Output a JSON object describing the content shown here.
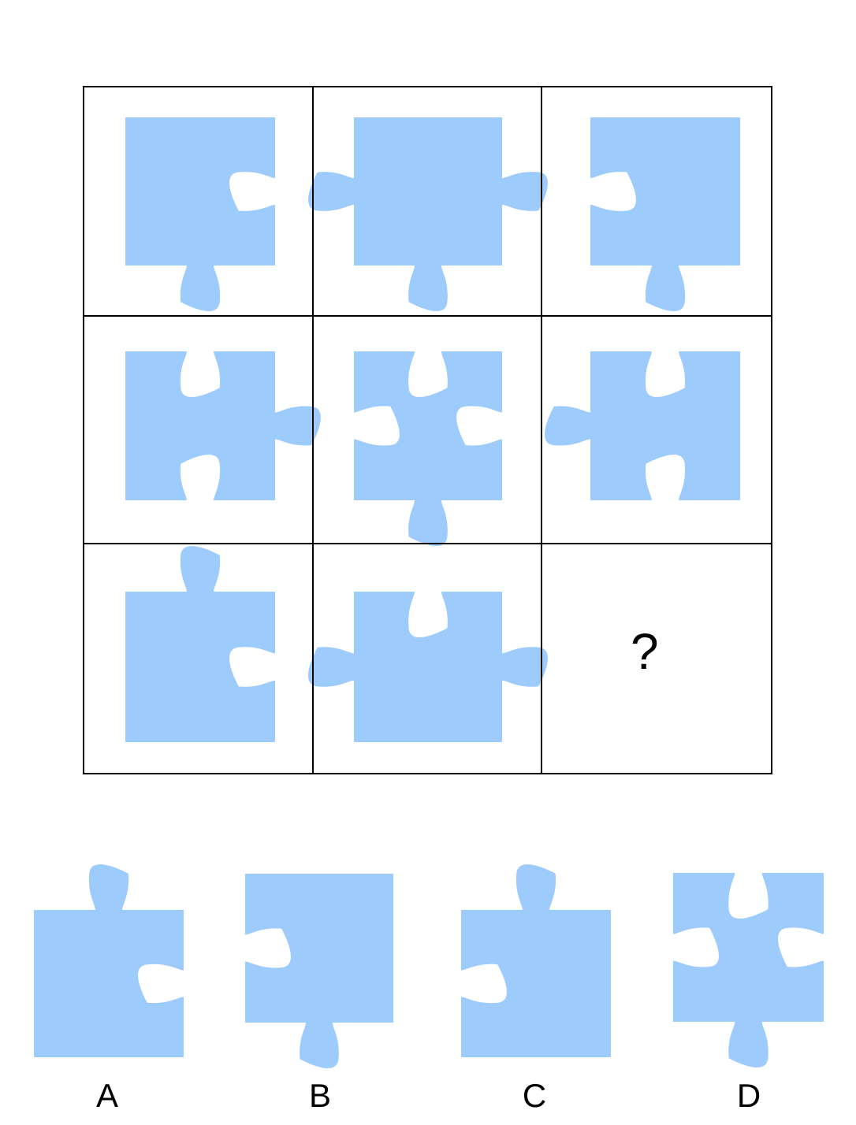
{
  "puzzle": {
    "colors": {
      "piece": "#9ccbfc",
      "grid_line": "#000000",
      "background": "#ffffff"
    },
    "question_mark": "?",
    "cells": [
      {
        "name": "cell-r1c1",
        "tabs": {
          "top": "flat",
          "right": "blank",
          "bottom": "tab",
          "left": "flat"
        }
      },
      {
        "name": "cell-r1c2",
        "tabs": {
          "top": "flat",
          "right": "tab",
          "bottom": "tab",
          "left": "tab"
        }
      },
      {
        "name": "cell-r1c3",
        "tabs": {
          "top": "flat",
          "right": "flat",
          "bottom": "tab",
          "left": "blank"
        }
      },
      {
        "name": "cell-r2c1",
        "tabs": {
          "top": "blank",
          "right": "tab",
          "bottom": "blank",
          "left": "flat"
        }
      },
      {
        "name": "cell-r2c2",
        "tabs": {
          "top": "blank",
          "right": "blank",
          "bottom": "tab",
          "left": "blank"
        }
      },
      {
        "name": "cell-r2c3",
        "tabs": {
          "top": "blank",
          "right": "flat",
          "bottom": "blank",
          "left": "tab"
        }
      },
      {
        "name": "cell-r3c1",
        "tabs": {
          "top": "tab",
          "right": "blank",
          "bottom": "flat",
          "left": "flat"
        }
      },
      {
        "name": "cell-r3c2",
        "tabs": {
          "top": "blank",
          "right": "tab",
          "bottom": "flat",
          "left": "tab"
        }
      },
      {
        "name": "cell-r3c3",
        "question": true
      }
    ]
  },
  "options": [
    {
      "label": "A",
      "tabs": {
        "top": "tab",
        "right": "blank",
        "bottom": "flat",
        "left": "flat"
      }
    },
    {
      "label": "B",
      "tabs": {
        "top": "flat",
        "right": "flat",
        "bottom": "tab",
        "left": "blank"
      }
    },
    {
      "label": "C",
      "tabs": {
        "top": "tab",
        "right": "flat",
        "bottom": "flat",
        "left": "blank"
      }
    },
    {
      "label": "D",
      "tabs": {
        "top": "blank",
        "right": "blank",
        "bottom": "tab",
        "left": "blank"
      }
    }
  ]
}
